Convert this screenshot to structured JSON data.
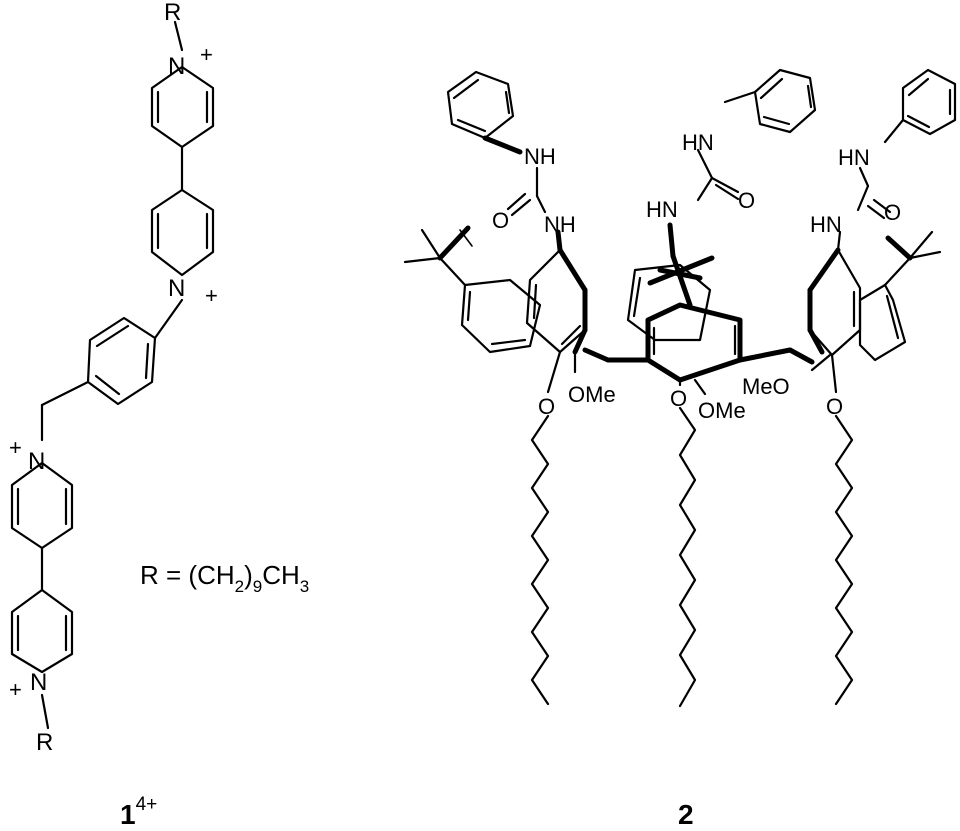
{
  "compound1": {
    "r_top": "R",
    "n_top": "N",
    "plus_top": "+",
    "n_mid": "N",
    "plus_mid": "+",
    "plus_low": "+",
    "n_low": "N",
    "plus_bot": "+",
    "n_bot": "N",
    "r_bot": "R",
    "r_def_prefix": "R = (CH",
    "r_def_sub1": "2",
    "r_def_paren": ")",
    "r_def_sub2": "9",
    "r_def_mid": "CH",
    "r_def_sub3": "3",
    "label_num": "1",
    "label_charge": "4+"
  },
  "compound2": {
    "nh_left_top": "NH",
    "o_left": "O",
    "nh_left_bot": "NH",
    "hn_mid_top": "HN",
    "hn_mid_bot": "HN",
    "o_mid": "O",
    "hn_right_top": "HN",
    "o_right": "O",
    "hn_right_bot": "HN",
    "ome_1": "OMe",
    "ome_2": "OMe",
    "meo_3": "MeO",
    "o_chain_left": "O",
    "o_chain_mid": "O",
    "o_chain_right": "O",
    "label_num": "2"
  }
}
